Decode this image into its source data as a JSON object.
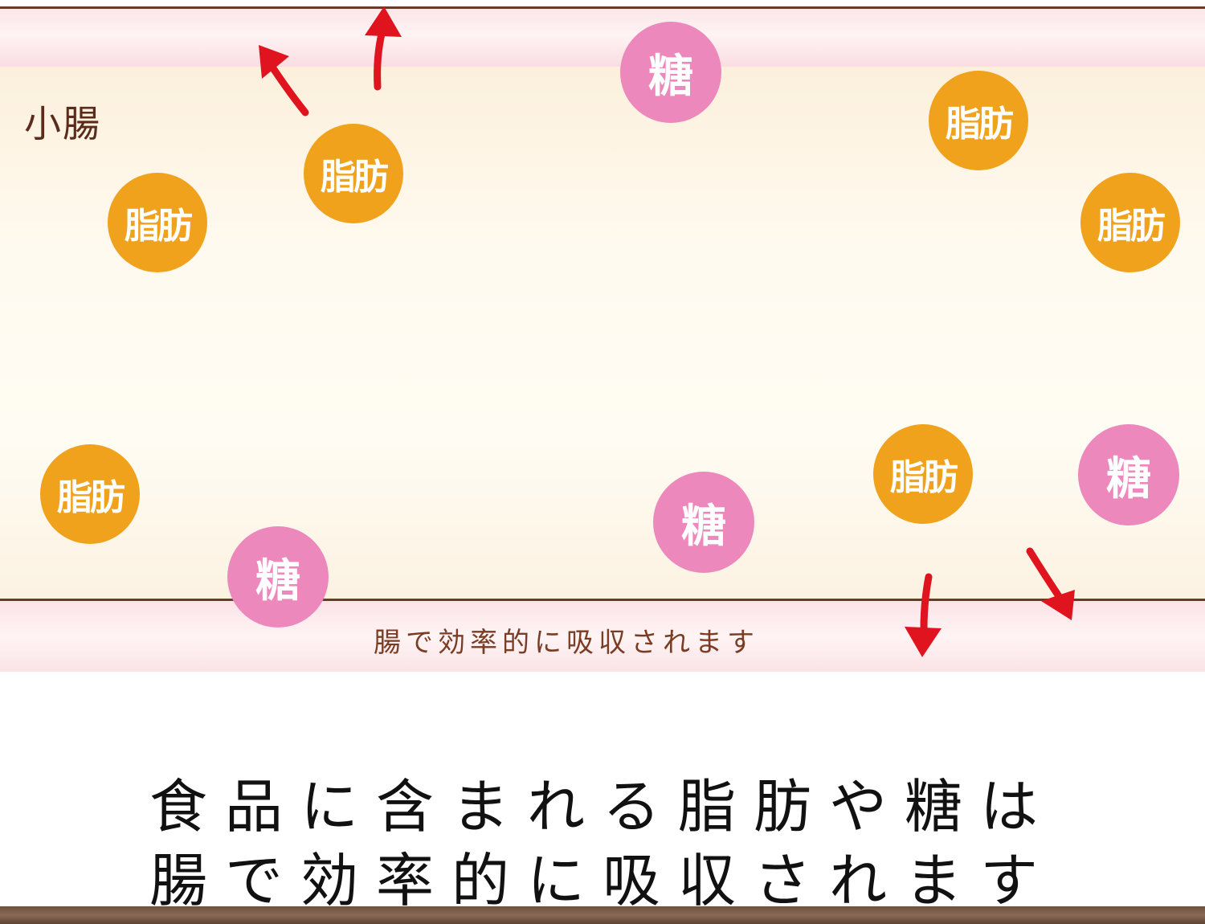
{
  "diagram": {
    "organ_label": "小腸",
    "wall_caption": "腸で効率的に吸収されます",
    "fat_label": "脂肪",
    "sugar_label": "糖",
    "colors": {
      "fat": "#f0a21d",
      "sugar": "#ec88bc",
      "arrow": "#e0141e",
      "wall_line": "#6b3a24"
    }
  },
  "headline": {
    "line1": "食品に含まれる脂肪や糖は",
    "line2": "腸で効率的に吸収されます"
  }
}
